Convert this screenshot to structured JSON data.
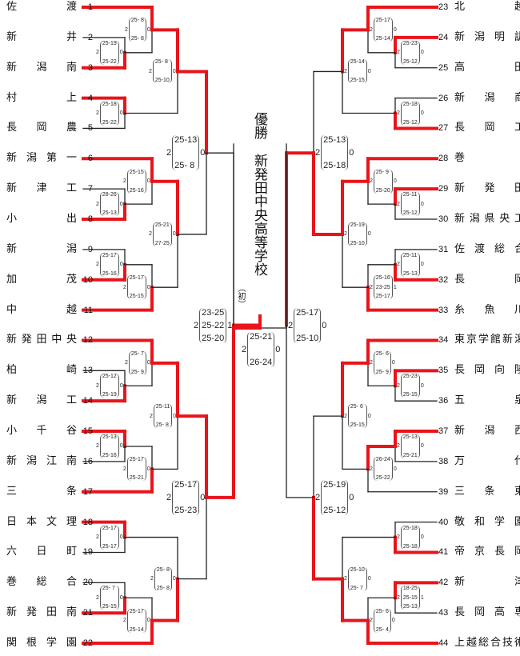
{
  "title": "優勝",
  "champion": "新発田中央高等学校",
  "champion_note": "（初）",
  "colors": {
    "win": "#e8141a",
    "line": "#222222"
  },
  "left_teams": [
    {
      "no": 1,
      "name": "佐渡"
    },
    {
      "no": 2,
      "name": "新井"
    },
    {
      "no": 3,
      "name": "新潟南"
    },
    {
      "no": 4,
      "name": "村上"
    },
    {
      "no": 5,
      "name": "長岡農"
    },
    {
      "no": 6,
      "name": "新潟第一"
    },
    {
      "no": 7,
      "name": "新津工"
    },
    {
      "no": 8,
      "name": "小出"
    },
    {
      "no": 9,
      "name": "新潟"
    },
    {
      "no": 10,
      "name": "加茂"
    },
    {
      "no": 11,
      "name": "中越"
    },
    {
      "no": 12,
      "name": "新発田中央"
    },
    {
      "no": 13,
      "name": "柏崎"
    },
    {
      "no": 14,
      "name": "新潟工"
    },
    {
      "no": 15,
      "name": "小千谷"
    },
    {
      "no": 16,
      "name": "新潟江南"
    },
    {
      "no": 17,
      "name": "三条"
    },
    {
      "no": 18,
      "name": "日本文理"
    },
    {
      "no": 19,
      "name": "六日町"
    },
    {
      "no": 20,
      "name": "巻総合"
    },
    {
      "no": 21,
      "name": "新発田南"
    },
    {
      "no": 22,
      "name": "関根学園"
    }
  ],
  "right_teams": [
    {
      "no": 23,
      "name": "北越"
    },
    {
      "no": 24,
      "name": "新潟明訓"
    },
    {
      "no": 25,
      "name": "高田"
    },
    {
      "no": 26,
      "name": "新潟商"
    },
    {
      "no": 27,
      "name": "長岡工"
    },
    {
      "no": 28,
      "name": "巻"
    },
    {
      "no": 29,
      "name": "新発田"
    },
    {
      "no": 30,
      "name": "新潟県央工"
    },
    {
      "no": 31,
      "name": "佐渡総合"
    },
    {
      "no": 32,
      "name": "長岡"
    },
    {
      "no": 33,
      "name": "糸魚川"
    },
    {
      "no": 34,
      "name": "東京学館新潟"
    },
    {
      "no": 35,
      "name": "長岡向陵"
    },
    {
      "no": 36,
      "name": "五泉"
    },
    {
      "no": 37,
      "name": "新潟西"
    },
    {
      "no": 38,
      "name": "万代"
    },
    {
      "no": 39,
      "name": "三条東"
    },
    {
      "no": 40,
      "name": "敬和学園"
    },
    {
      "no": 41,
      "name": "帝京長岡"
    },
    {
      "no": 42,
      "name": "新津"
    },
    {
      "no": 43,
      "name": "長岡高専"
    },
    {
      "no": 44,
      "name": "上越総合技術"
    }
  ],
  "matches": [
    {
      "id": "L1",
      "side": "L",
      "a": 2,
      "b": 3,
      "winner": "b",
      "won": "2",
      "sets": [
        "25-19",
        "25-22"
      ],
      "lost": "0"
    },
    {
      "id": "L2",
      "side": "L",
      "a": 1,
      "b": "L1",
      "winner": "a",
      "won": "2",
      "sets": [
        "25- 8",
        "25- 8"
      ],
      "lost": "0"
    },
    {
      "id": "L3",
      "side": "L",
      "a": 4,
      "b": 5,
      "winner": "a",
      "won": "2",
      "sets": [
        "25-18",
        "25-22"
      ],
      "lost": "0"
    },
    {
      "id": "L4",
      "side": "L",
      "a": "L2",
      "b": "L3",
      "winner": "a",
      "won": "2",
      "sets": [
        "25- 8",
        "25-10"
      ],
      "lost": "0"
    },
    {
      "id": "L5",
      "side": "L",
      "a": 7,
      "b": 8,
      "winner": "b",
      "won": "2",
      "sets": [
        "28-26",
        "25-13"
      ],
      "lost": "0"
    },
    {
      "id": "L6",
      "side": "L",
      "a": 6,
      "b": "L5",
      "winner": "a",
      "won": "2",
      "sets": [
        "25-15",
        "25-16"
      ],
      "lost": "0"
    },
    {
      "id": "L7",
      "side": "L",
      "a": 9,
      "b": 10,
      "winner": "b",
      "won": "2",
      "sets": [
        "25-17",
        "25-16"
      ],
      "lost": "0"
    },
    {
      "id": "L8",
      "side": "L",
      "a": "L7",
      "b": 11,
      "winner": "b",
      "won": "2",
      "sets": [
        "25-17",
        "25-15"
      ],
      "lost": "0"
    },
    {
      "id": "L9",
      "side": "L",
      "a": "L6",
      "b": "L8",
      "winner": "a",
      "won": "2",
      "sets": [
        "25-21",
        "27-25"
      ],
      "lost": "0"
    },
    {
      "id": "L10",
      "side": "L",
      "a": "L4",
      "b": "L9",
      "winner": "a",
      "won": "2",
      "sets": [
        "25-13",
        "25- 8"
      ],
      "lost": "0",
      "big": true
    },
    {
      "id": "L11",
      "side": "L",
      "a": 13,
      "b": 14,
      "winner": "b",
      "won": "2",
      "sets": [
        "25-12",
        "25-19"
      ],
      "lost": "0"
    },
    {
      "id": "L12",
      "side": "L",
      "a": 12,
      "b": "L11",
      "winner": "a",
      "won": "2",
      "sets": [
        "25- 7",
        "25- 9"
      ],
      "lost": "0"
    },
    {
      "id": "L13",
      "side": "L",
      "a": 15,
      "b": 16,
      "winner": "a",
      "won": "2",
      "sets": [
        "25-13",
        "25-16"
      ],
      "lost": "0"
    },
    {
      "id": "L14",
      "side": "L",
      "a": "L13",
      "b": 17,
      "winner": "b",
      "won": "2",
      "sets": [
        "25-17",
        "25-21"
      ],
      "lost": "0"
    },
    {
      "id": "L15",
      "side": "L",
      "a": "L12",
      "b": "L14",
      "winner": "a",
      "won": "2",
      "sets": [
        "25-11",
        "25- 8"
      ],
      "lost": "0"
    },
    {
      "id": "L16",
      "side": "L",
      "a": 18,
      "b": 19,
      "winner": "a",
      "won": "2",
      "sets": [
        "25-17",
        "25-17"
      ],
      "lost": "0"
    },
    {
      "id": "L17",
      "side": "L",
      "a": 20,
      "b": 21,
      "winner": "b",
      "won": "2",
      "sets": [
        "25- 7",
        "25-15"
      ],
      "lost": "0"
    },
    {
      "id": "L18",
      "side": "L",
      "a": "L17",
      "b": 22,
      "winner": "b",
      "won": "2",
      "sets": [
        "25-17",
        "25-14"
      ],
      "lost": "0"
    },
    {
      "id": "L19",
      "side": "L",
      "a": "L16",
      "b": "L18",
      "winner": "b",
      "won": "2",
      "sets": [
        "25- 8",
        "25- 8"
      ],
      "lost": "0"
    },
    {
      "id": "L20",
      "side": "L",
      "a": "L15",
      "b": "L19",
      "winner": "a",
      "won": "2",
      "sets": [
        "25-17",
        "25-23"
      ],
      "lost": "0",
      "big": true
    },
    {
      "id": "L21",
      "side": "L",
      "a": "L10",
      "b": "L20",
      "winner": "b",
      "won": "2",
      "sets": [
        "23-25",
        "25-22",
        "25-20"
      ],
      "lost": "1",
      "big": true
    },
    {
      "id": "R1",
      "side": "R",
      "a": 24,
      "b": 25,
      "winner": "a",
      "won": "2",
      "sets": [
        "25-23",
        "25-12"
      ],
      "lost": "0"
    },
    {
      "id": "R2",
      "side": "R",
      "a": 23,
      "b": "R1",
      "winner": "a",
      "won": "2",
      "sets": [
        "25-17",
        "25-14"
      ],
      "lost": "0"
    },
    {
      "id": "R3",
      "side": "R",
      "a": 26,
      "b": 27,
      "winner": "b",
      "won": "2",
      "sets": [
        "25-18",
        "25-12"
      ],
      "lost": "0"
    },
    {
      "id": "R4",
      "side": "R",
      "a": "R2",
      "b": "R3",
      "winner": "a",
      "won": "2",
      "sets": [
        "25-14",
        "25-15"
      ],
      "lost": "0"
    },
    {
      "id": "R5",
      "side": "R",
      "a": 29,
      "b": 30,
      "winner": "a",
      "won": "2",
      "sets": [
        "25-11",
        "25-12"
      ],
      "lost": "0"
    },
    {
      "id": "R6",
      "side": "R",
      "a": 28,
      "b": "R5",
      "winner": "a",
      "won": "2",
      "sets": [
        "25- 9",
        "25-20"
      ],
      "lost": "0"
    },
    {
      "id": "R7",
      "side": "R",
      "a": 31,
      "b": 32,
      "winner": "b",
      "won": "2",
      "sets": [
        "25-11",
        "25-13"
      ],
      "lost": "0"
    },
    {
      "id": "R8",
      "side": "R",
      "a": "R7",
      "b": 33,
      "winner": "b",
      "won": "2",
      "sets": [
        "25-16",
        "23-25",
        "25-17"
      ],
      "lost": "1"
    },
    {
      "id": "R9",
      "side": "R",
      "a": "R6",
      "b": "R8",
      "winner": "a",
      "won": "2",
      "sets": [
        "25-19",
        "25-10"
      ],
      "lost": "0"
    },
    {
      "id": "R10",
      "side": "R",
      "a": "R4",
      "b": "R9",
      "winner": "b",
      "won": "2",
      "sets": [
        "25-13",
        "25-18"
      ],
      "lost": "0",
      "big": true
    },
    {
      "id": "R11",
      "side": "R",
      "a": 35,
      "b": 36,
      "winner": "a",
      "won": "2",
      "sets": [
        "25-23",
        "25-15"
      ],
      "lost": "0"
    },
    {
      "id": "R12",
      "side": "R",
      "a": 34,
      "b": "R11",
      "winner": "a",
      "won": "2",
      "sets": [
        "25- 6",
        "25- 9"
      ],
      "lost": "0"
    },
    {
      "id": "R13",
      "side": "R",
      "a": 37,
      "b": 38,
      "winner": "a",
      "won": "2",
      "sets": [
        "25-13",
        "25-21"
      ],
      "lost": "0"
    },
    {
      "id": "R14",
      "side": "R",
      "a": "R13",
      "b": 39,
      "winner": "a",
      "won": "2",
      "sets": [
        "26-24",
        "25-22"
      ],
      "lost": "0"
    },
    {
      "id": "R15",
      "side": "R",
      "a": "R12",
      "b": "R14",
      "winner": "a",
      "won": "2",
      "sets": [
        "25- 6",
        "25-15"
      ],
      "lost": "0"
    },
    {
      "id": "R16",
      "side": "R",
      "a": 40,
      "b": 41,
      "winner": "b",
      "won": "2",
      "sets": [
        "25-18",
        "25-18"
      ],
      "lost": "0"
    },
    {
      "id": "R17",
      "side": "R",
      "a": 42,
      "b": 43,
      "winner": "a",
      "won": "2",
      "sets": [
        "18-25",
        "25-15",
        "25-13"
      ],
      "lost": "1"
    },
    {
      "id": "R18",
      "side": "R",
      "a": "R17",
      "b": 44,
      "winner": "b",
      "won": "2",
      "sets": [
        "25- 6",
        "25- 4"
      ],
      "lost": "0"
    },
    {
      "id": "R19",
      "side": "R",
      "a": "R16",
      "b": "R18",
      "winner": "b",
      "won": "2",
      "sets": [
        "25-10",
        "25- 7"
      ],
      "lost": "0"
    },
    {
      "id": "R20",
      "side": "R",
      "a": "R15",
      "b": "R19",
      "winner": "b",
      "won": "2",
      "sets": [
        "25-19",
        "25-12"
      ],
      "lost": "0",
      "big": true
    },
    {
      "id": "R21",
      "side": "R",
      "a": "R10",
      "b": "R20",
      "winner": "a",
      "won": "2",
      "sets": [
        "25-17",
        "25-10"
      ],
      "lost": "0",
      "big": true
    },
    {
      "id": "F",
      "side": "F",
      "a": "L21",
      "b": "R21",
      "winner": "a",
      "won": "2",
      "sets": [
        "25-21",
        "26-24"
      ],
      "lost": "0",
      "big": true
    }
  ]
}
